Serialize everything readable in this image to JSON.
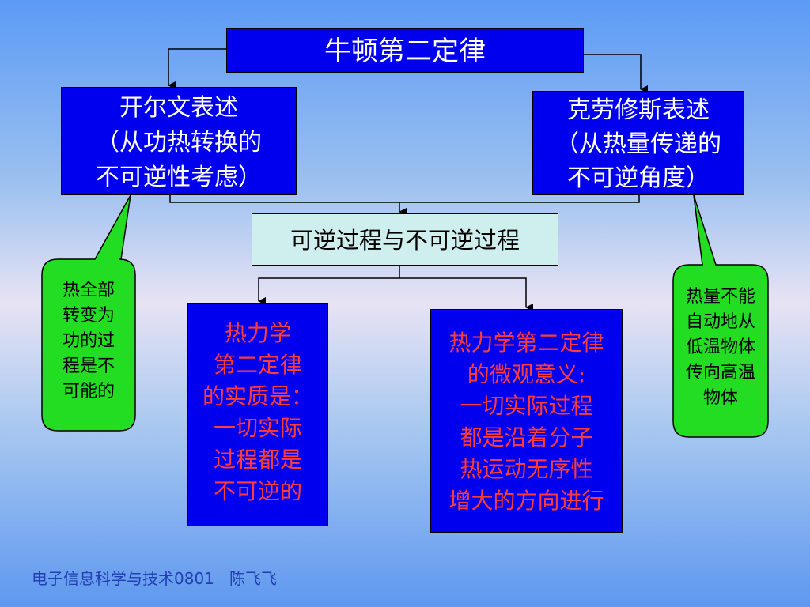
{
  "title": "牛顿第二定律",
  "kelvin": {
    "text": "开尔文表述\n（从功热转换的\n不可逆性考虑）"
  },
  "clausius": {
    "text": "克劳修斯表述\n（从热量传递的\n不可逆角度）"
  },
  "process": {
    "text": "可逆过程与不可逆过程"
  },
  "essence": {
    "text": "热力学\n第二定律\n的实质是：\n一切实际\n过程都是\n不可逆的"
  },
  "micro": {
    "text": "热力学第二定律\n的微观意义:\n一切实际过程\n都是沿着分子\n热运动无序性\n增大的方向进行"
  },
  "callout_left": {
    "text": "热全部\n转变为\n功的过\n程是不\n可能的"
  },
  "callout_right": {
    "text": "热量不能\n自动地从\n低温物体\n传向高温\n物体"
  },
  "footer": "电子信息科学与技术0801   陈飞飞",
  "colors": {
    "box_fill": "#0000ee",
    "mid_fill": "#cfeeee",
    "callout_fill": "#22dd22",
    "red_text": "#ff3b3b",
    "footer_text": "#1f3fb2"
  }
}
